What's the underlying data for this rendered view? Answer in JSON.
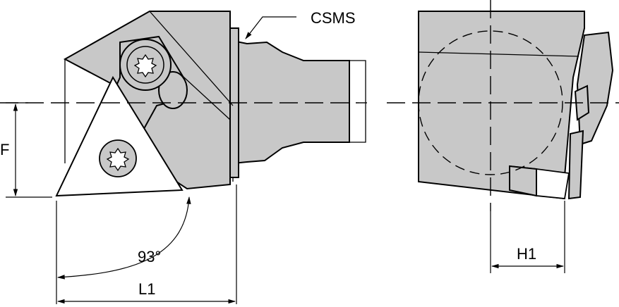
{
  "labels": {
    "csms": "CSMS",
    "f": "F",
    "angle": "93°",
    "l1": "L1",
    "h1": "H1"
  },
  "colors": {
    "body_fill": "#c8c8c8",
    "insert_fill": "#ffffff",
    "line": "#000000"
  },
  "icons": [
    "torx-screw-icon",
    "torx-screw-icon"
  ]
}
